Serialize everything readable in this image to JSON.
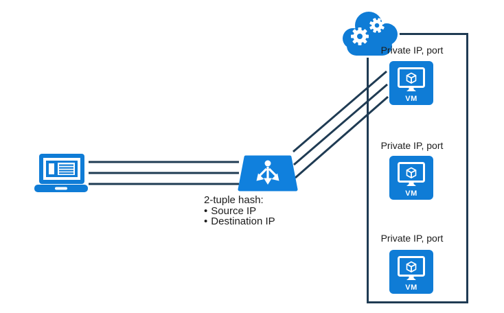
{
  "colors": {
    "azure_blue": "#0f7cd6",
    "lb_blue": "#1080dd",
    "line_navy": "#1f3b53",
    "text": "#1b1b1b"
  },
  "icons": {
    "client": "laptop-icon",
    "load_balancer": "load-balancer-icon",
    "cloud": "azure-cloud-gears-icon",
    "vm": "vm-monitor-icon"
  },
  "load_balancer": {
    "hash_title": "2-tuple hash:",
    "bullet": "•",
    "hash_items": [
      "Source IP",
      "Destination IP"
    ]
  },
  "backend_pool": {
    "vms": [
      {
        "label": "Private IP, port",
        "badge": "VM"
      },
      {
        "label": "Private IP, port",
        "badge": "VM"
      },
      {
        "label": "Private IP, port",
        "badge": "VM"
      }
    ]
  }
}
